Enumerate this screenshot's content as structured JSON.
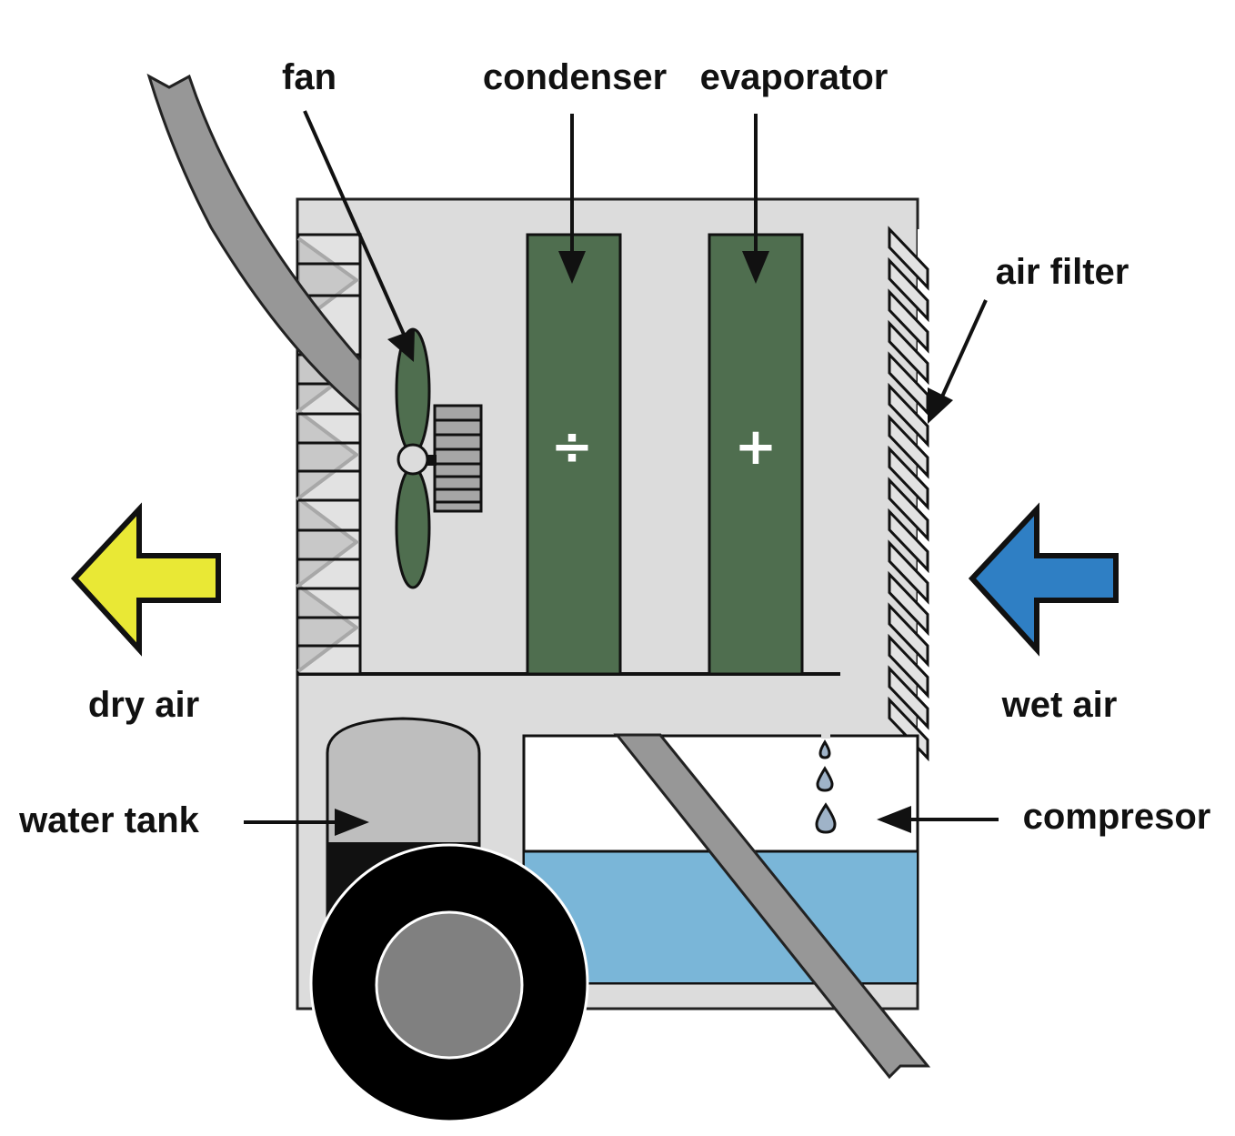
{
  "diagram": {
    "title": "Dehumidifier components",
    "colors": {
      "housing": "#dcdcdc",
      "coil": "#4f6e4f",
      "dry_air_arrow": "#e9e835",
      "wet_air_arrow": "#2f7fc4",
      "water": "#7ab6d8",
      "hose": "#979797",
      "wheel": "#000000",
      "hub": "#808080",
      "tank": "#bebebe",
      "droplet": "#9fb3c8"
    },
    "labels": {
      "fan": "fan",
      "condenser": "condenser",
      "evaporator": "evaporator",
      "air_filter": "air filter",
      "dry_air": "dry air",
      "wet_air": "wet air",
      "water_tank": "water tank",
      "compressor": "compresor"
    },
    "symbols": {
      "condenser_symbol": "÷",
      "evaporator_symbol": "+"
    }
  }
}
